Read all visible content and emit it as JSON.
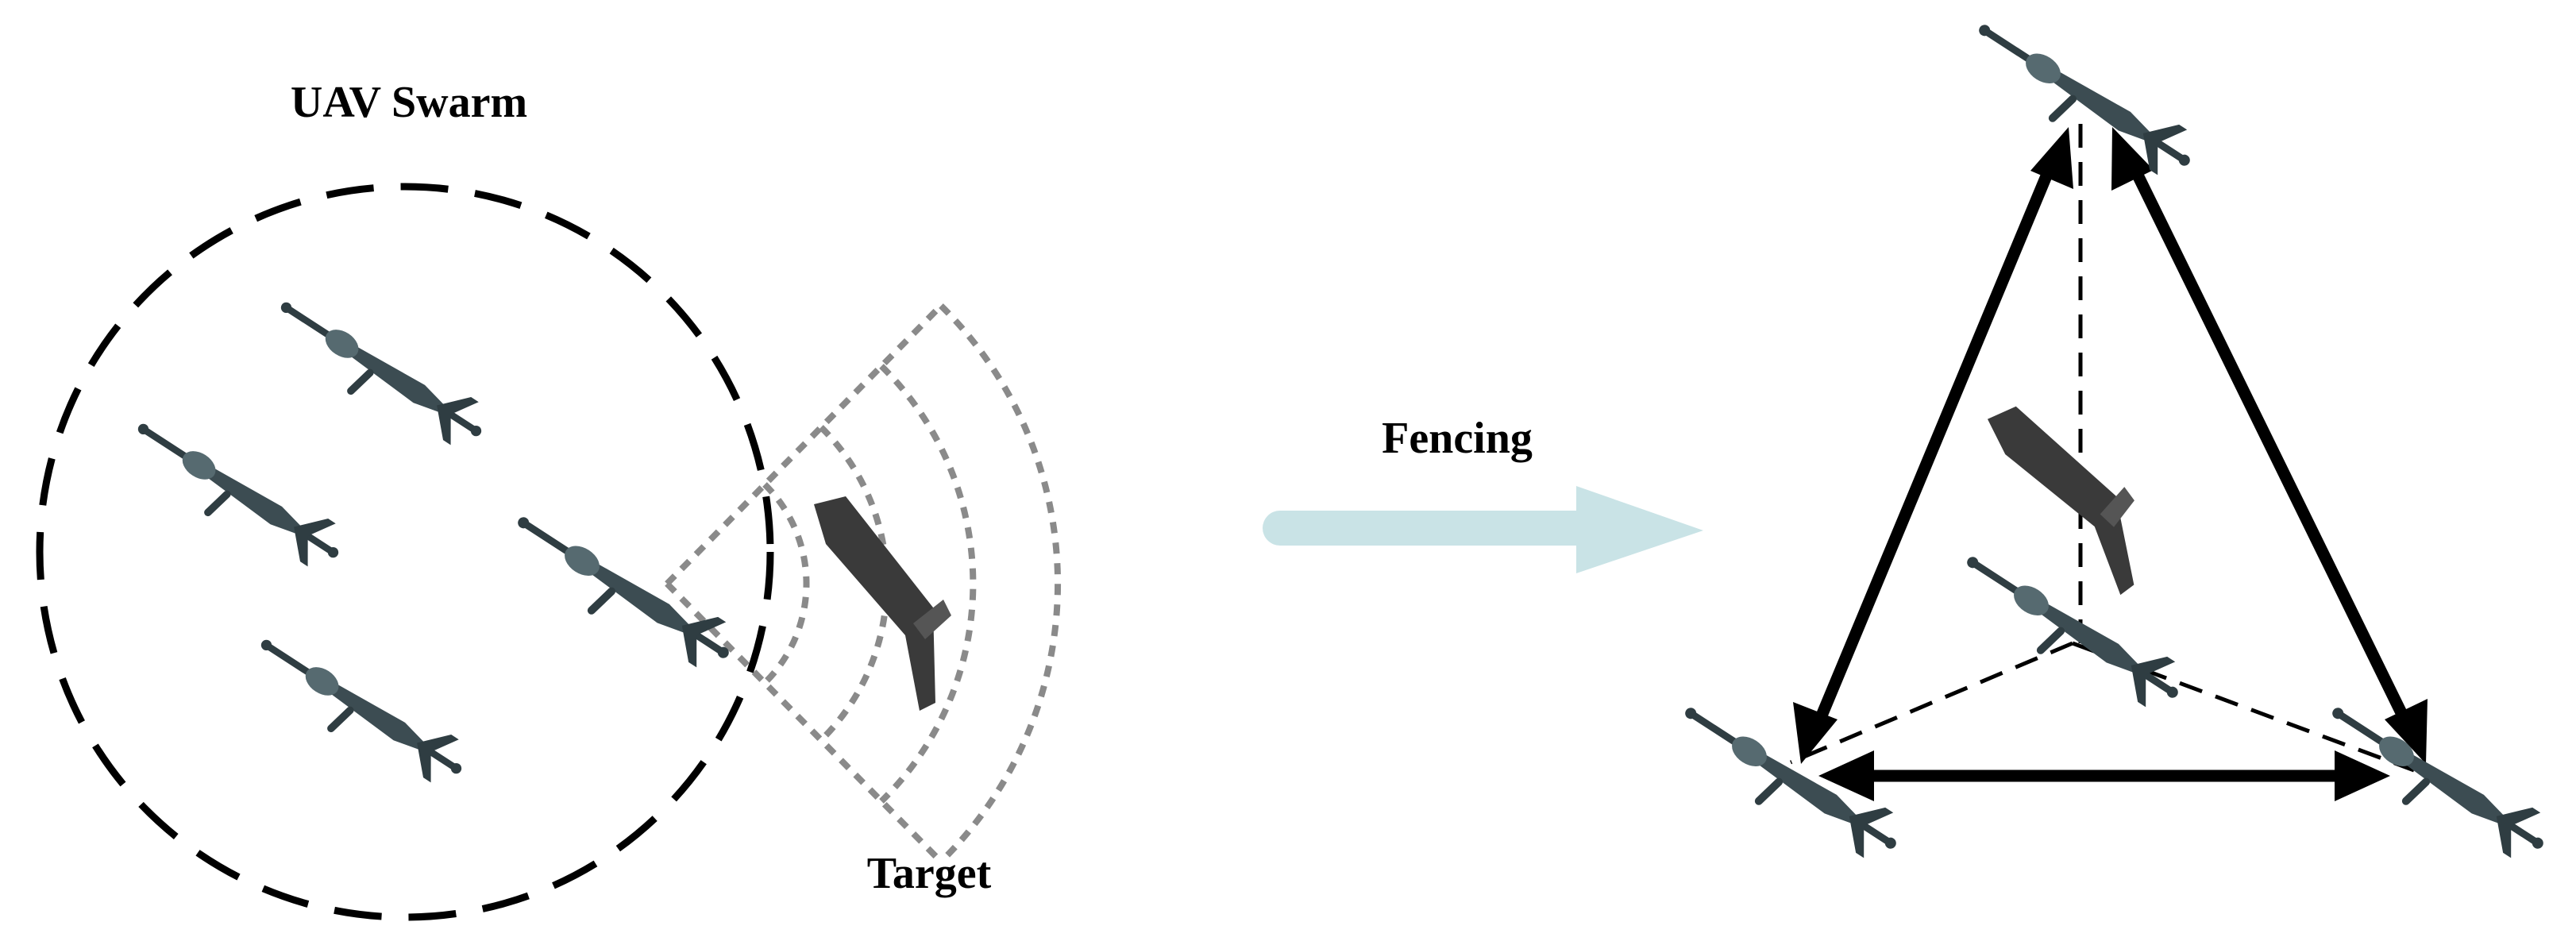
{
  "labels": {
    "swarm": "UAV Swarm",
    "target": "Target",
    "fencing": "Fencing"
  },
  "colors": {
    "line": "#000000",
    "signal_waves": "#8a8a8a",
    "transition_arrow": "#c9e3e6",
    "uav_body": "#3c4c52",
    "target_body": "#3a3a3a"
  },
  "icons": {
    "uav": "uav-drone-icon",
    "target": "flying-wing-target-icon"
  }
}
